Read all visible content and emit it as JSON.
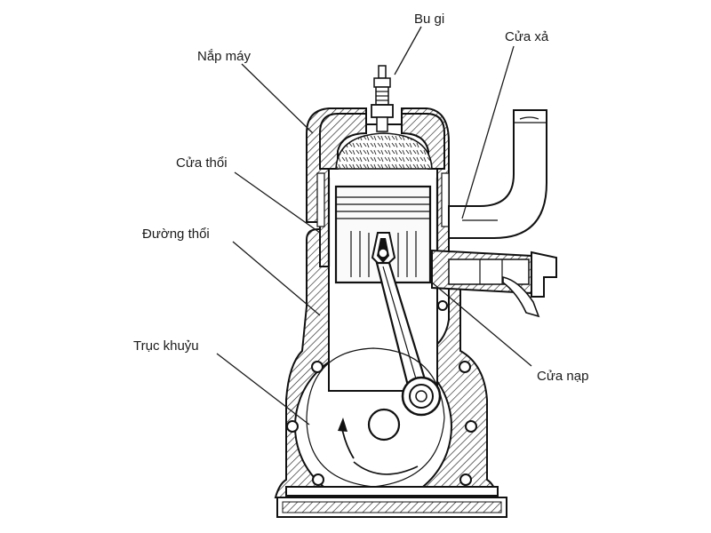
{
  "labels": {
    "spark_plug": "Bu gi",
    "cylinder_head": "Nắp máy",
    "exhaust_port": "Cửa xả",
    "transfer_port": "Cửa thổi",
    "transfer_passage": "Đường thổi",
    "crankshaft": "Trục khuỷu",
    "intake_port": "Cửa nạp"
  }
}
